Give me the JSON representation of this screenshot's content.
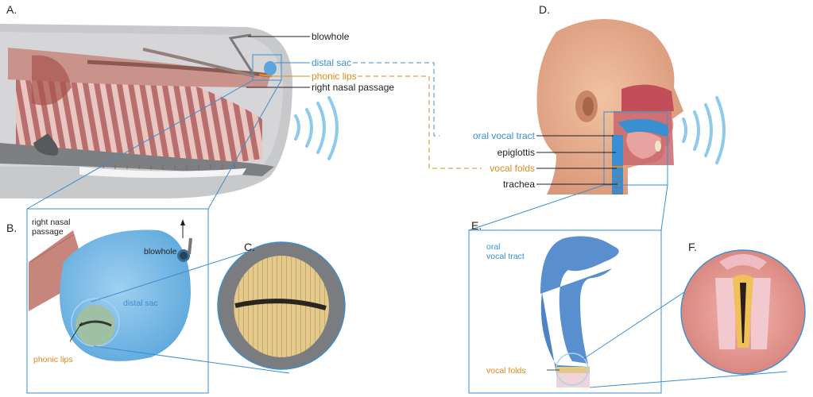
{
  "panels": {
    "a": "A.",
    "b": "B.",
    "c": "C.",
    "d": "D.",
    "e": "E.",
    "f": "F."
  },
  "whale_labels": {
    "blowhole": "blowhole",
    "distal_sac": "distal sac",
    "phonic_lips": "phonic lips",
    "right_nasal_passage": "right nasal passage"
  },
  "human_labels": {
    "oral_vocal_tract": "oral vocal tract",
    "epiglottis": "epiglottis",
    "vocal_folds": "vocal folds",
    "trachea": "trachea"
  },
  "panel_b_labels": {
    "right_nasal_line1": "right nasal",
    "right_nasal_line2": "passage",
    "blowhole": "blowhole",
    "distal_sac": "distal sac",
    "phonic_lips": "phonic lips"
  },
  "panel_e_labels": {
    "oral_line1": "oral",
    "oral_line2": "vocal tract",
    "vocal_folds": "vocal folds"
  },
  "colors": {
    "blue": "#3a8fd0",
    "orange": "#e08a1e",
    "text": "#231f20",
    "sound_waves": "#8ec9ee"
  }
}
